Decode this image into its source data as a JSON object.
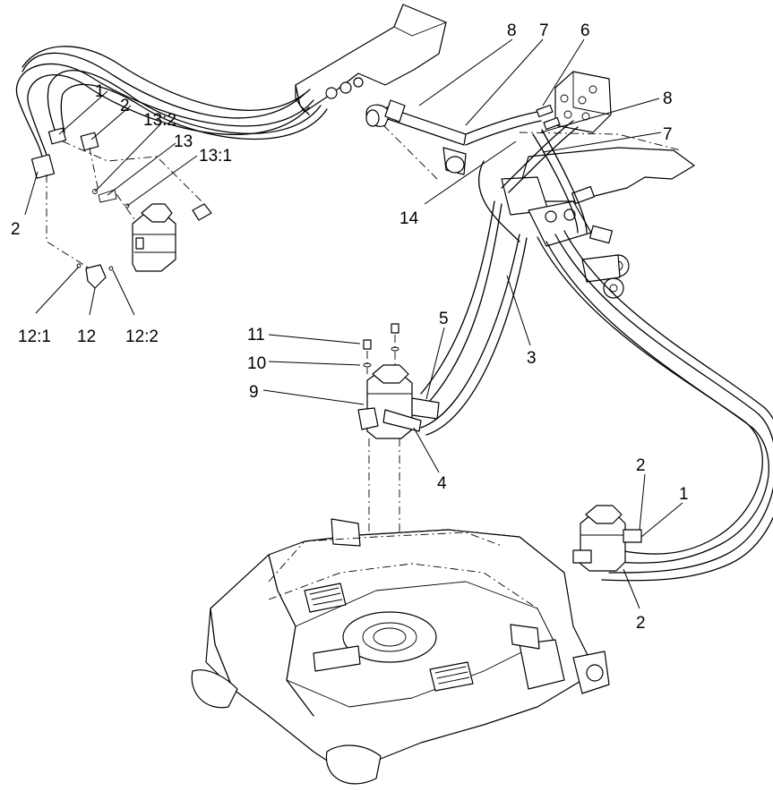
{
  "callouts": {
    "c1_top_left": "1",
    "c2_top_left": "2",
    "c2_left": "2",
    "c13_2": "13:2",
    "c13": "13",
    "c13_1": "13:1",
    "c12_1": "12:1",
    "c12": "12",
    "c12_2": "12:2",
    "c8_top": "8",
    "c7_top": "7",
    "c6": "6",
    "c8_right": "8",
    "c7_right": "7",
    "c14": "14",
    "c11": "11",
    "c10": "10",
    "c9": "9",
    "c5": "5",
    "c4": "4",
    "c3": "3",
    "c2_right_top": "2",
    "c1_right": "1",
    "c2_right_bottom": "2"
  }
}
